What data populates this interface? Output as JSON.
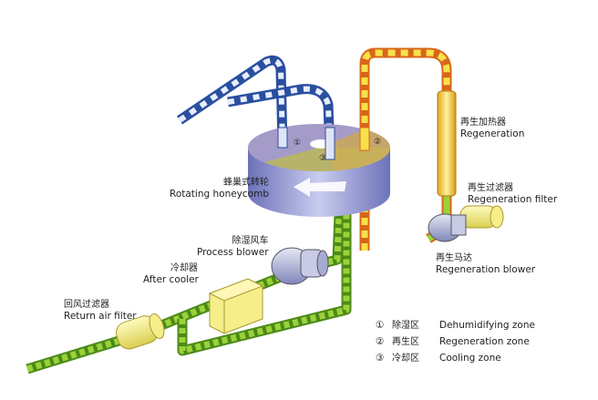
{
  "labels": {
    "honeycomb": {
      "zh": "蜂巢式转轮",
      "en": "Rotating honeycomb"
    },
    "heater": {
      "zh": "再生加热器",
      "en": "Regeneration"
    },
    "regen_filter": {
      "zh": "再生过滤器",
      "en": "Regeneration filter"
    },
    "regen_blower": {
      "zh": "再生马达",
      "en": "Regeneration blower"
    },
    "process_blower": {
      "zh": "除湿风车",
      "en": "Process blower"
    },
    "after_cooler": {
      "zh": "冷却器",
      "en": "After cooler"
    },
    "return_filter": {
      "zh": "回风过滤器",
      "en": "Return air filter"
    }
  },
  "zone_markers": [
    "①",
    "②",
    "③"
  ],
  "legend": [
    {
      "num": "①",
      "zh": "除湿区",
      "en": "Dehumidifying zone"
    },
    {
      "num": "②",
      "zh": "再生区",
      "en": "Regeneration zone"
    },
    {
      "num": "③",
      "zh": "冷却区",
      "en": "Cooling zone"
    }
  ],
  "colors": {
    "blue": "#2a4fa0",
    "green": "#7fc02a",
    "orange": "#e8741e",
    "yellow": "#f5e04a",
    "wheel": "#8d93d0"
  }
}
